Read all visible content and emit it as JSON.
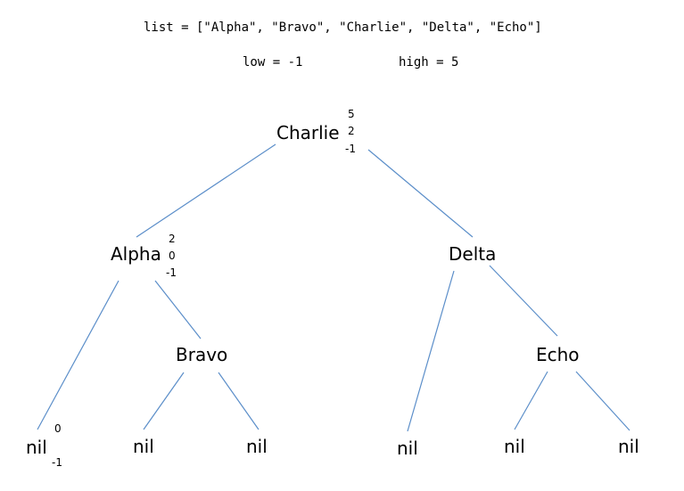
{
  "header": {
    "list_line": "list = [\"Alpha\", \"Bravo\", \"Charlie\", \"Delta\", \"Echo\"]",
    "low_text": "low = -1",
    "high_text": "high = 5"
  },
  "nodes": {
    "charlie": "Charlie",
    "alpha": "Alpha",
    "delta": "Delta",
    "bravo": "Bravo",
    "echo": "Echo",
    "nil_1": "nil",
    "nil_2": "nil",
    "nil_3": "nil",
    "nil_4": "nil",
    "nil_5": "nil",
    "nil_6": "nil"
  },
  "annotations": {
    "charlie": [
      "5",
      "2",
      "-1"
    ],
    "alpha": [
      "2",
      "0",
      "-1"
    ],
    "nil_1": [
      "0",
      "-1"
    ]
  },
  "colors": {
    "edge": "#5b8ec9",
    "text": "#000000",
    "background": "#ffffff"
  }
}
